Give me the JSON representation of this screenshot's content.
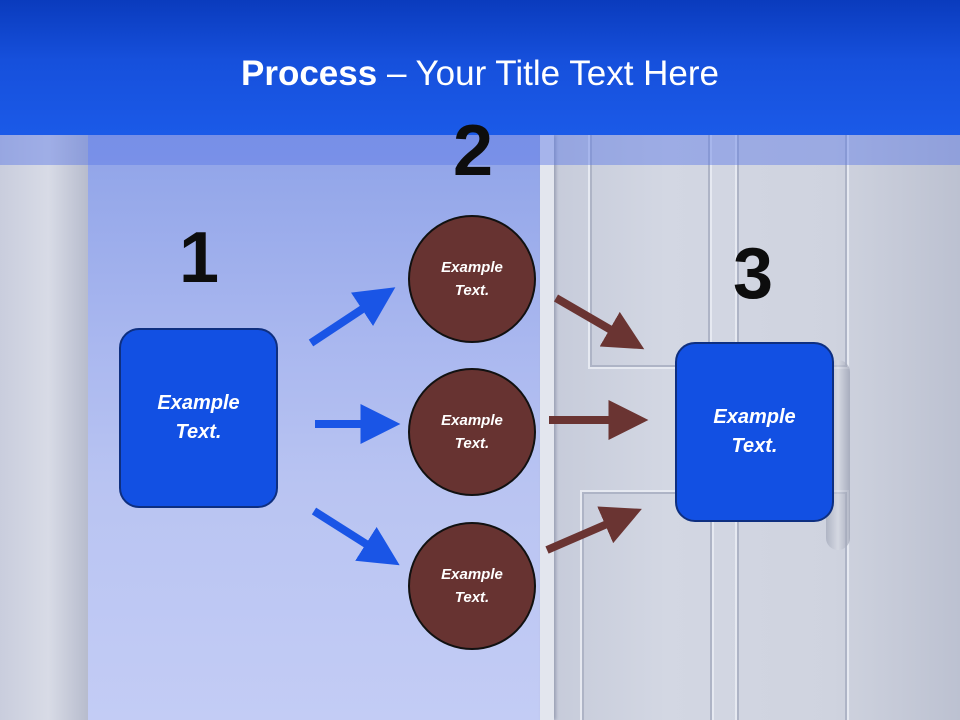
{
  "title": {
    "bold": "Process",
    "rest": " – Your Title Text Here"
  },
  "steps": {
    "one": "1",
    "two": "2",
    "three": "3"
  },
  "boxes": {
    "left_text": "Example\nText.",
    "right_text": "Example\nText."
  },
  "circles": [
    {
      "text": "Example\nText."
    },
    {
      "text": "Example\nText."
    },
    {
      "text": "Example\nText."
    }
  ],
  "colors": {
    "header": "#1650dc",
    "box": "#1250e3",
    "circle": "#673331",
    "arrow_blue": "#1a55e6",
    "arrow_brown": "#6a3432"
  }
}
